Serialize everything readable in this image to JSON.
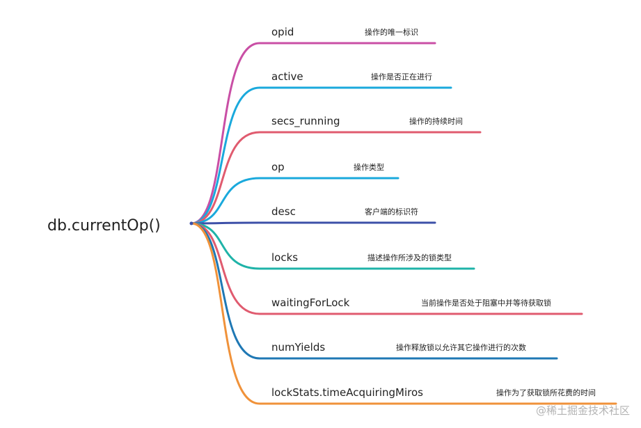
{
  "root": {
    "label": "db.currentOp()"
  },
  "branches": [
    {
      "label": "opid",
      "desc": "操作的唯一标识",
      "color": "#c94fa5"
    },
    {
      "label": "active",
      "desc": "操作是否正在进行",
      "color": "#1aa9dc"
    },
    {
      "label": "secs_running",
      "desc": "操作的持续时间",
      "color": "#e05b6f"
    },
    {
      "label": "op",
      "desc": "操作类型",
      "color": "#1aa9dc"
    },
    {
      "label": "desc",
      "desc": "客户端的标识符",
      "color": "#3d50a8"
    },
    {
      "label": "locks",
      "desc": "描述操作所涉及的锁类型",
      "color": "#1fb3a8"
    },
    {
      "label": "waitingForLock",
      "desc": "当前操作是否处于阻塞中并等待获取锁",
      "color": "#e05b6f"
    },
    {
      "label": "numYields",
      "desc": "操作释放锁以允许其它操作进行的次数",
      "color": "#1f78b4"
    },
    {
      "label": "lockStats.timeAcquiringMiros",
      "desc": "操作为了获取锁所花费的时间",
      "color": "#f0923a"
    }
  ],
  "watermark": {
    "text": "@稀土掘金技术社区"
  }
}
